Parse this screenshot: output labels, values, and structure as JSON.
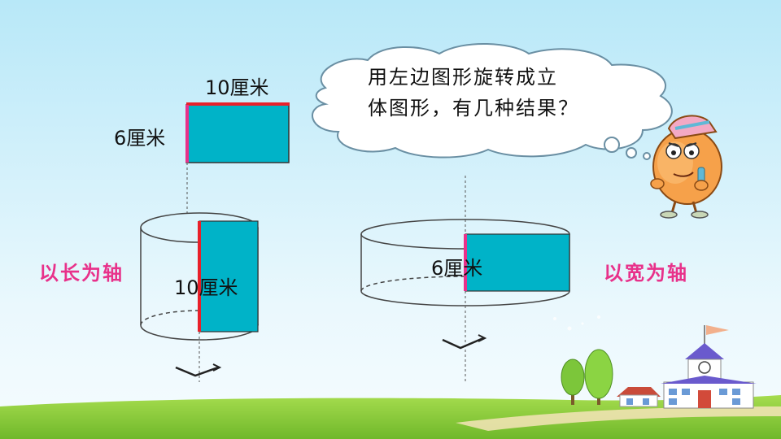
{
  "speech_bubble": {
    "line1": "用左边图形旋转成立",
    "line2": "体图形，有几种结果？"
  },
  "rectangle": {
    "length_label": "10厘米",
    "width_label": "6厘米"
  },
  "left_cylinder": {
    "axis_label": "以长为轴",
    "height_label": "10厘米"
  },
  "right_cylinder": {
    "axis_label": "以宽为轴",
    "height_label": "6厘米"
  },
  "colors": {
    "sky_top": "#b8e8f8",
    "sky_bottom": "#f2fbff",
    "grass": "#8ccf3c",
    "rect_fill": "#00b3c8",
    "axis_side": "#e8318a",
    "length_side": "#e8202a",
    "label_pink": "#e8318a"
  }
}
